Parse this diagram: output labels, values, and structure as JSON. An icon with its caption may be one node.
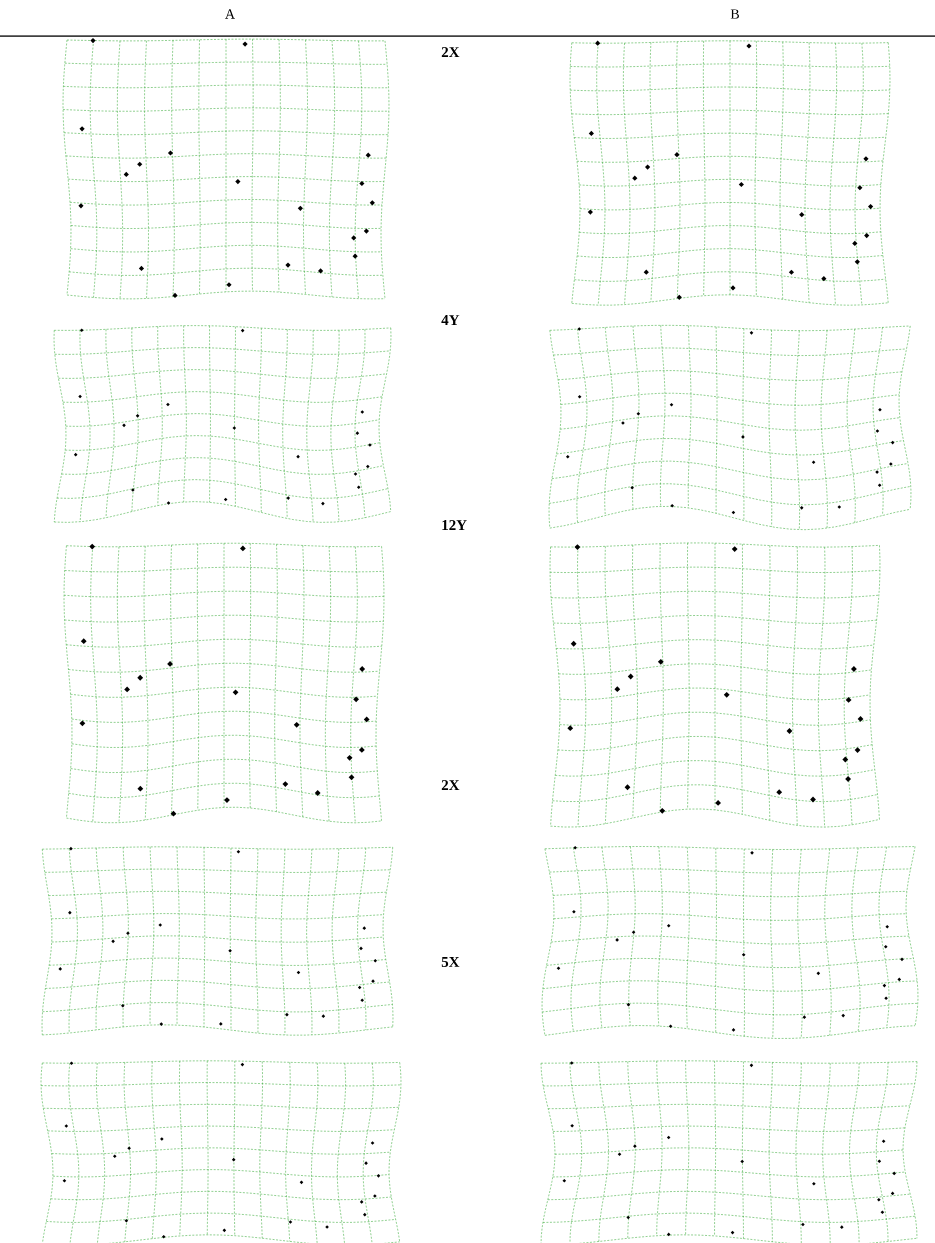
{
  "diagram": {
    "labels": [
      "A",
      "B",
      "2X",
      "4Y",
      "12Y",
      "2X",
      "5X"
    ]
  }
}
